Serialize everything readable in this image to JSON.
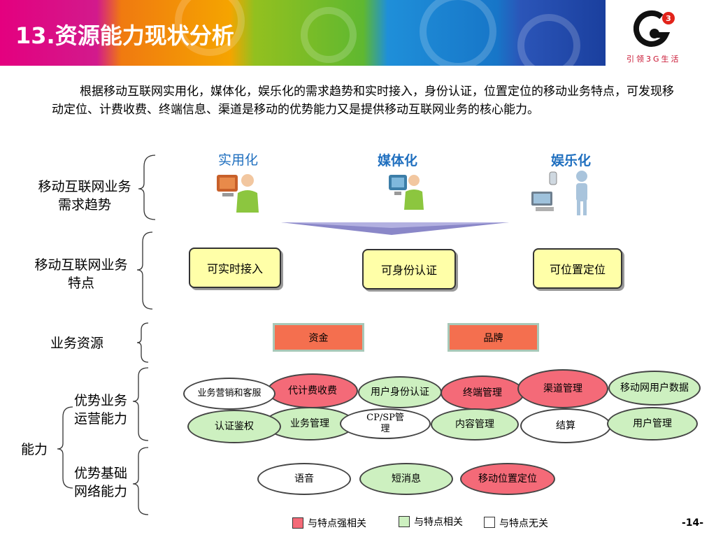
{
  "header": {
    "title": "13.资源能力现状分析",
    "logo_text": "引领3G生活"
  },
  "intro": "根据移动互联网实用化，媒体化，娱乐化的需求趋势和实时接入，身份认证，位置定位的移动业务特点，可发现移动定位、计费收费、终端信息、渠道是移动的优势能力又是提供移动互联网业务的核心能力。",
  "rows": {
    "demand": "移动互联网业务需求趋势",
    "features": "移动互联网业务特点",
    "resources": "业务资源",
    "capability": "能力",
    "ops": "优势业务运营能力",
    "network": "优势基础网络能力"
  },
  "trends": [
    "实用化",
    "媒体化",
    "娱乐化"
  ],
  "features": [
    "可实时接入",
    "可身份认证",
    "可位置定位"
  ],
  "resources": [
    "资金",
    "品牌"
  ],
  "ops_capabilities": {
    "row1": [
      "业务营销和客服",
      "代计费收费",
      "用户身份认证",
      "终端管理",
      "渠道管理",
      "移动网用户数据"
    ],
    "row2": [
      "认证鉴权",
      "业务管理",
      "CP/SP管理",
      "内容管理",
      "结算",
      "用户管理"
    ]
  },
  "network_capabilities": [
    "语音",
    "短消息",
    "移动位置定位"
  ],
  "legend": [
    "与特点强相关",
    "与特点相关",
    "与特点无关"
  ],
  "colors": {
    "strong": "#f46a78",
    "related": "#cdf0c0",
    "unrelated": "#ffffff",
    "resource": "#f46f4f",
    "feature": "#ffffa8"
  },
  "page_number": "-14-"
}
